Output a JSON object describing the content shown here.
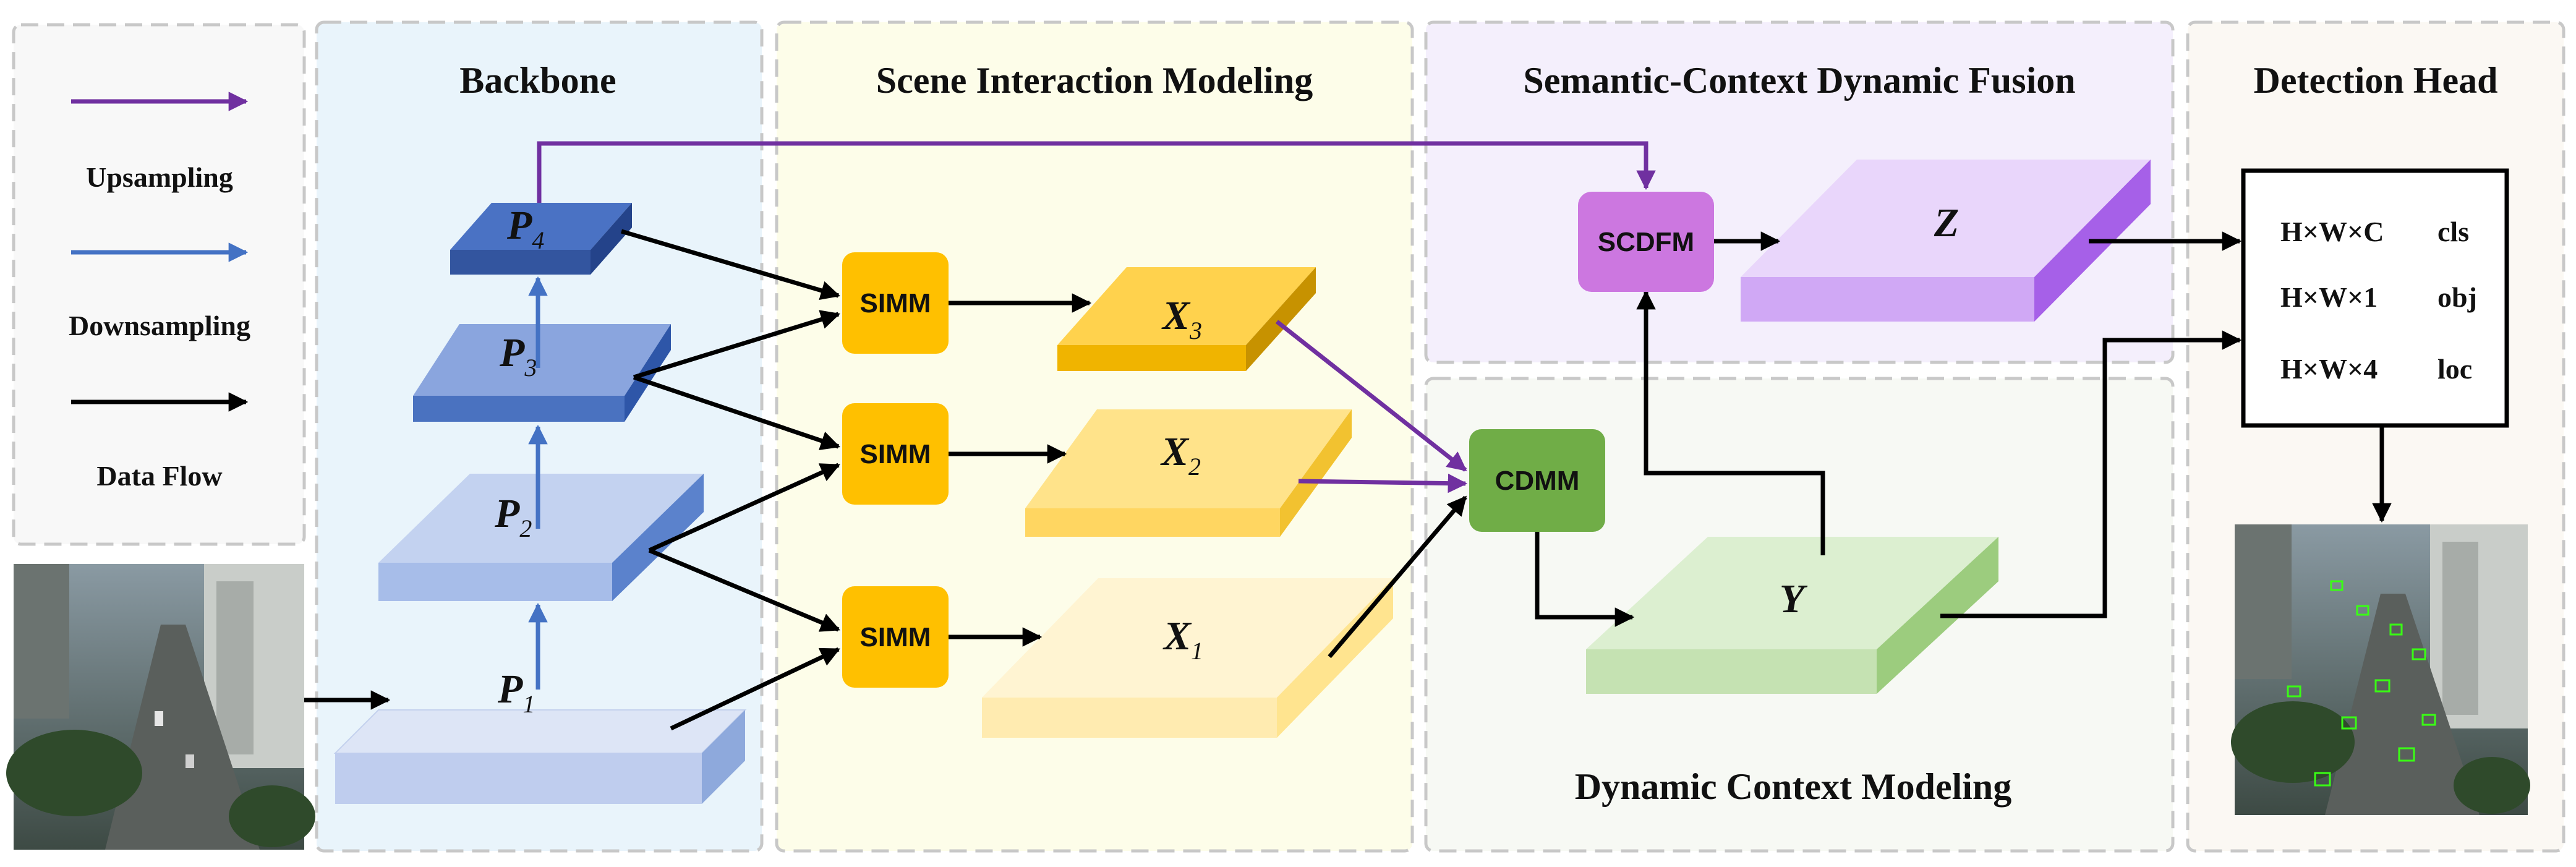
{
  "legend": {
    "upsampling": "Upsampling",
    "downsampling": "Downsampling",
    "data_flow": "Data Flow"
  },
  "sections": {
    "backbone": "Backbone",
    "scene_interaction": "Scene Interaction Modeling",
    "semantic_fusion": "Semantic-Context Dynamic Fusion",
    "detection_head": "Detection Head",
    "dynamic_context": "Dynamic Context Modeling"
  },
  "backbone_levels": [
    {
      "letter": "P",
      "sub": "1"
    },
    {
      "letter": "P",
      "sub": "2"
    },
    {
      "letter": "P",
      "sub": "3"
    },
    {
      "letter": "P",
      "sub": "4"
    }
  ],
  "sim_outputs": [
    {
      "letter": "X",
      "sub": "1"
    },
    {
      "letter": "X",
      "sub": "2"
    },
    {
      "letter": "X",
      "sub": "3"
    }
  ],
  "modules": {
    "simm": "SIMM",
    "cdmm": "CDMM",
    "scdfm": "SCDFM"
  },
  "features": {
    "y": "Y",
    "z": "Z"
  },
  "detection_outputs": [
    {
      "shape": "H×W×C",
      "label": "cls"
    },
    {
      "shape": "H×W×1",
      "label": "obj"
    },
    {
      "shape": "H×W×4",
      "label": "loc"
    }
  ],
  "colors": {
    "upsampling_arrow": "#7030A0",
    "downsampling_arrow": "#4472C4",
    "data_flow_arrow": "#000000",
    "simm": "#FFC000",
    "cdmm": "#70AD47",
    "scdfm": "#CC77E0"
  }
}
